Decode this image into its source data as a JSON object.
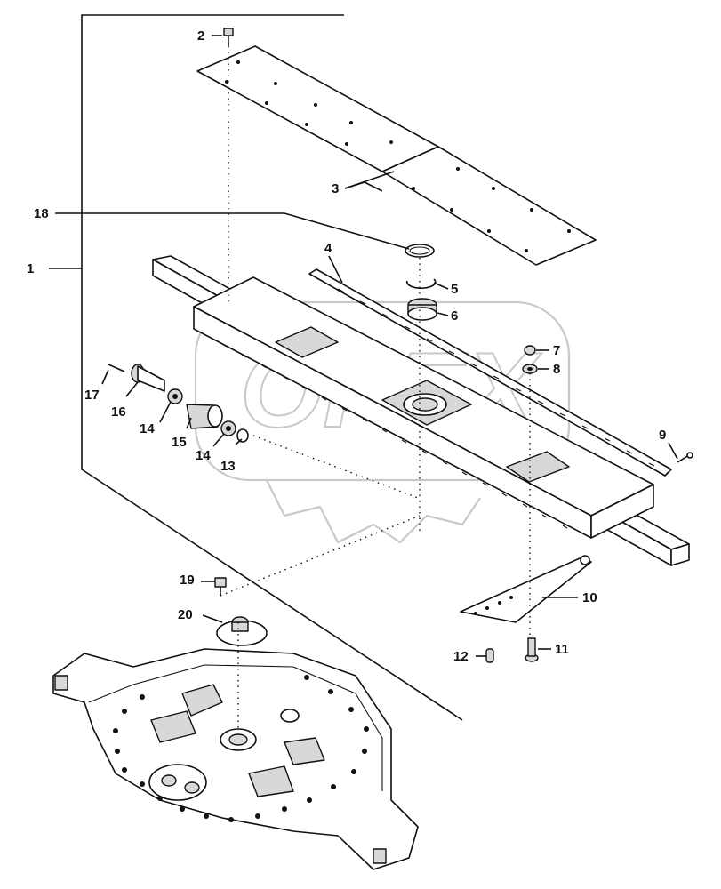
{
  "watermark": {
    "text": "OPEX"
  },
  "callouts": [
    {
      "id": "1",
      "label": "1"
    },
    {
      "id": "2",
      "label": "2"
    },
    {
      "id": "3",
      "label": "3"
    },
    {
      "id": "4",
      "label": "4"
    },
    {
      "id": "5",
      "label": "5"
    },
    {
      "id": "6",
      "label": "6"
    },
    {
      "id": "7",
      "label": "7"
    },
    {
      "id": "8",
      "label": "8"
    },
    {
      "id": "9",
      "label": "9"
    },
    {
      "id": "10",
      "label": "10"
    },
    {
      "id": "11",
      "label": "11"
    },
    {
      "id": "12",
      "label": "12"
    },
    {
      "id": "13",
      "label": "13"
    },
    {
      "id": "14a",
      "label": "14"
    },
    {
      "id": "14b",
      "label": "14"
    },
    {
      "id": "15",
      "label": "15"
    },
    {
      "id": "16",
      "label": "16"
    },
    {
      "id": "17",
      "label": "17"
    },
    {
      "id": "18",
      "label": "18"
    },
    {
      "id": "19",
      "label": "19"
    },
    {
      "id": "20",
      "label": "20"
    }
  ]
}
